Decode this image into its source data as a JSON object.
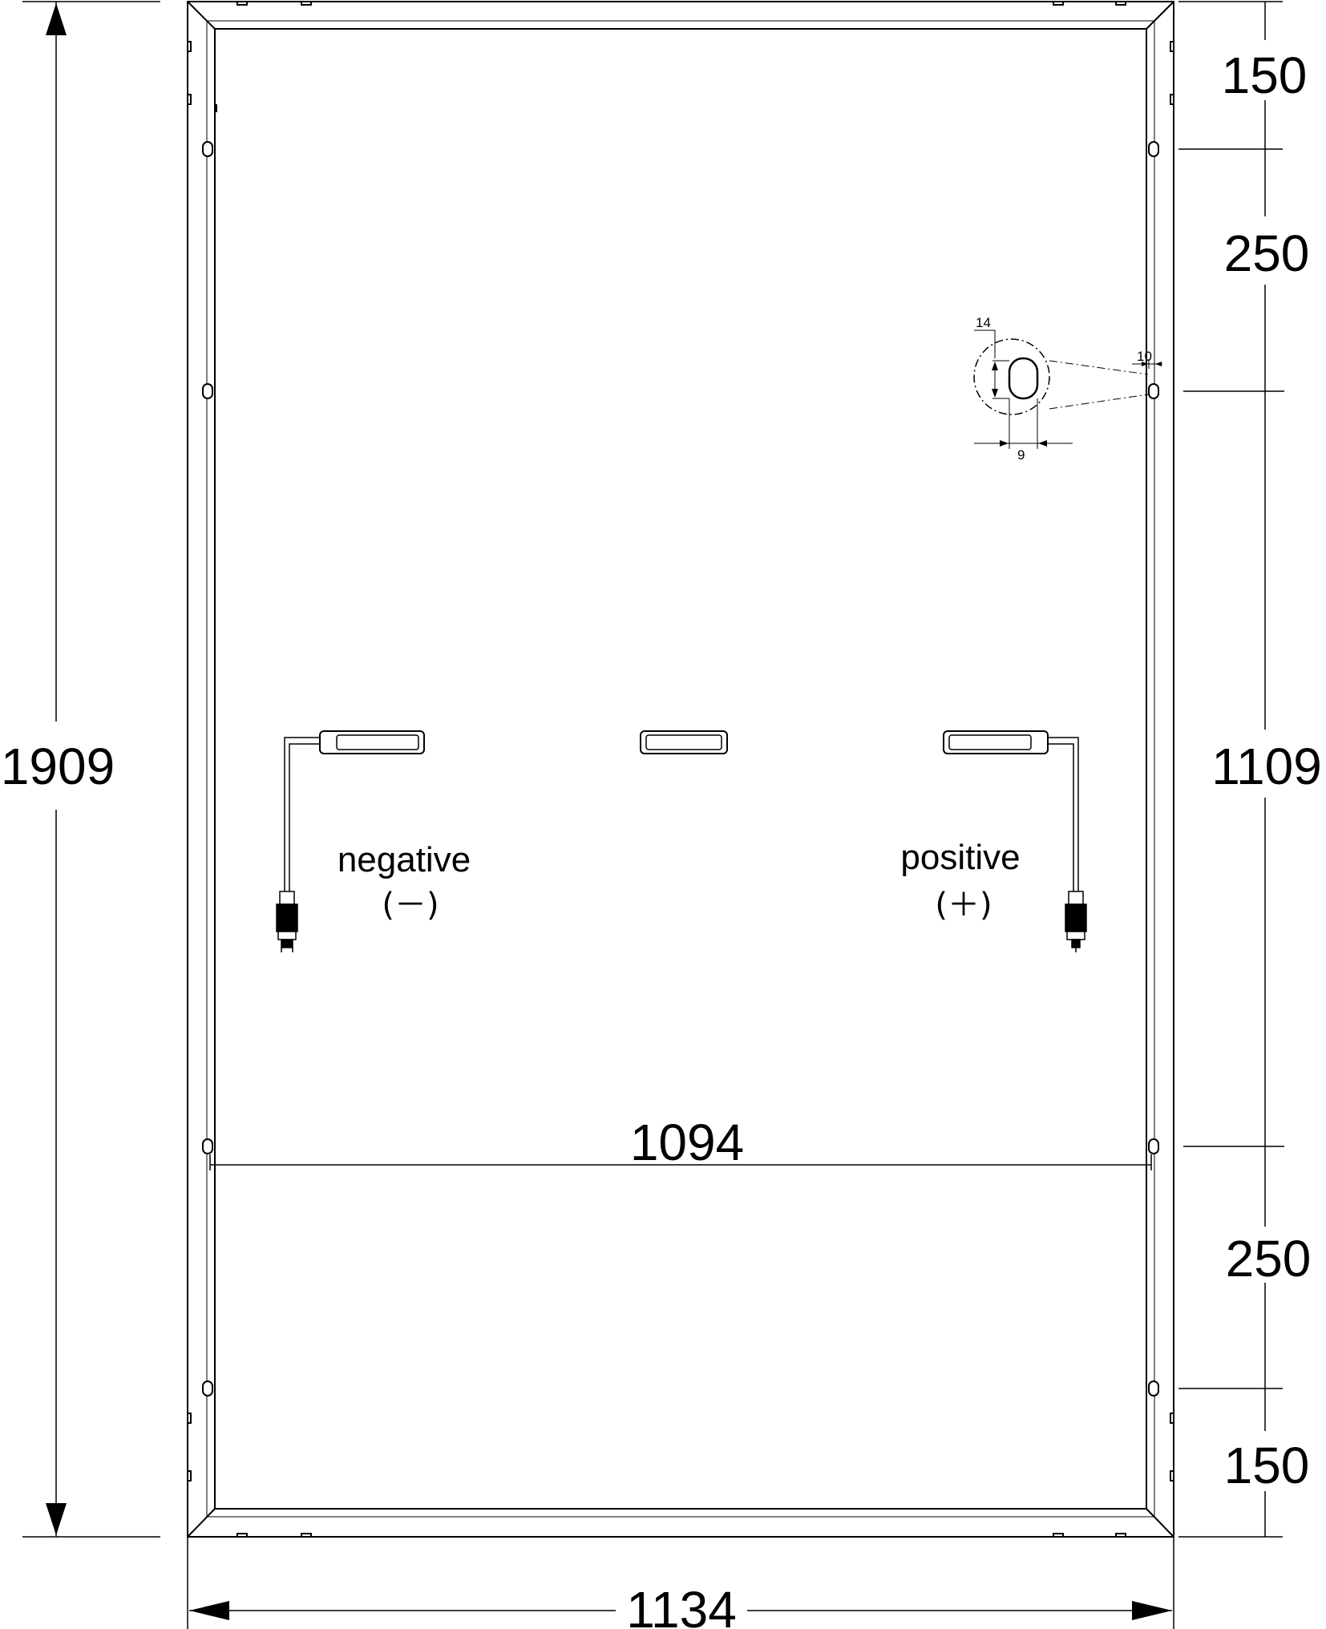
{
  "drawing": {
    "dimensions": {
      "overall_height": "1909",
      "overall_width": "1134",
      "hole_spacing_width": "1094",
      "right_chain": [
        "150",
        "250",
        "1109",
        "250",
        "150"
      ]
    },
    "hole_detail": {
      "height": "14",
      "edge_offset": "10",
      "width": "9"
    },
    "terminals": {
      "negative": {
        "label": "negative",
        "polarity": "(－)"
      },
      "positive": {
        "label": "positive",
        "polarity": "(＋)"
      }
    }
  }
}
